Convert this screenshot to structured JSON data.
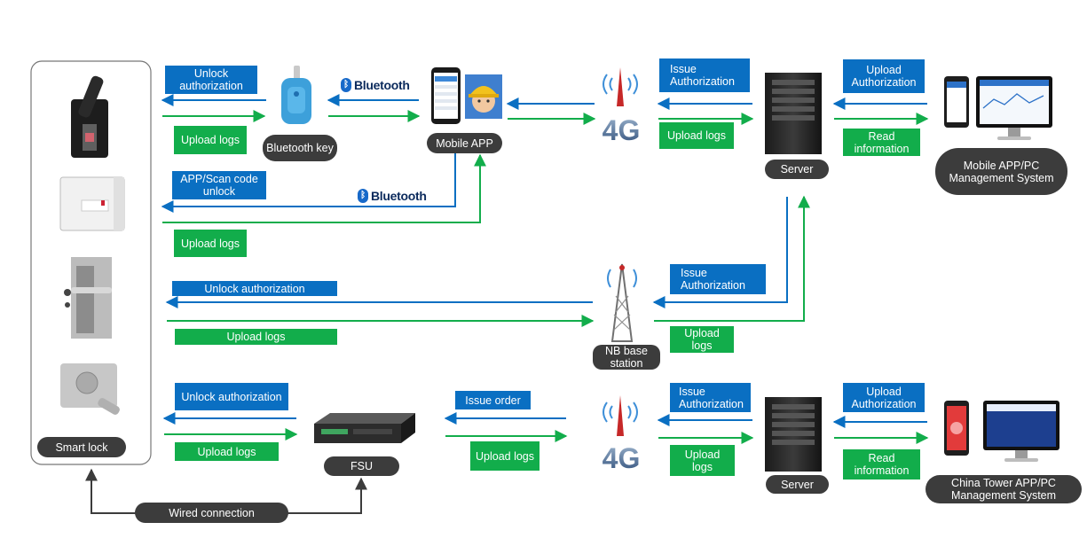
{
  "labels": {
    "unlock_auth_top": "Unlock authorization",
    "upload_logs_key": "Upload logs",
    "bluetooth_top": "Bluetooth",
    "bluetooth_mid": "Bluetooth",
    "issue_auth_top": "Issue Authorization",
    "upload_logs_4g_top": "Upload logs",
    "upload_auth_top": "Upload Authorization",
    "read_info_top": "Read information",
    "app_scan_unlock": "APP/Scan code unlock",
    "upload_logs_app": "Upload logs",
    "issue_auth_nb": "Issue Authorization",
    "unlock_auth_nb": "Unlock authorization",
    "upload_logs_nb_left": "Upload logs",
    "upload_logs_nb_right": "Upload logs",
    "unlock_auth_fsu": "Unlock authorization",
    "upload_logs_fsu": "Upload logs",
    "issue_order": "Issue order",
    "upload_logs_fsu_4g": "Upload logs",
    "issue_auth_bottom": "Issue Authorization",
    "upload_logs_4g_bottom": "Upload logs",
    "upload_auth_bottom": "Upload Authorization",
    "read_info_bottom": "Read information"
  },
  "nodes": {
    "bluetooth_key": "Bluetooth key",
    "mobile_app": "Mobile APP",
    "server_top": "Server",
    "mobile_pc_system": "Mobile APP/PC Management System",
    "nb_station": "NB base station",
    "smart_lock": "Smart lock",
    "fsu": "FSU",
    "server_bottom": "Server",
    "china_tower_system": "China Tower APP/PC Management System",
    "wired": "Wired connection"
  },
  "badges": {
    "net_4g": "4G"
  },
  "colors": {
    "blue": "#0a6fc2",
    "green": "#12ad4b",
    "pill": "#3c3c3c"
  }
}
